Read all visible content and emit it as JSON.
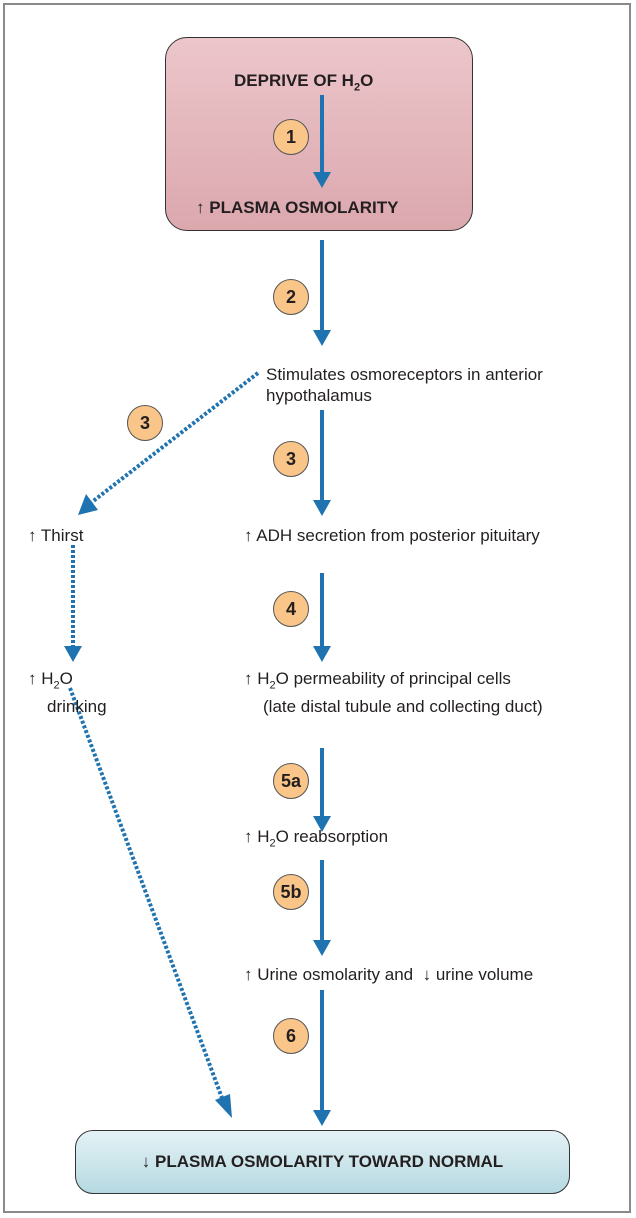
{
  "colors": {
    "arrow": "#1f73b0",
    "badge_fill": "#f9c589",
    "top_box_fill": "#dfaeb4",
    "bottom_box_fill": "#c3e1e8"
  },
  "top_box": {
    "line1_prefix": "DEPRIVE OF H",
    "line1_sub": "2",
    "line1_suffix": "O",
    "line2_arrow": "↑",
    "line2_text": "PLASMA OSMOLARITY"
  },
  "steps": {
    "s1": "1",
    "s2": "2",
    "s3a": "3",
    "s3b": "3",
    "s4": "4",
    "s5a": "5a",
    "s5b": "5b",
    "s6": "6"
  },
  "nodes": {
    "osmo_line1": "Stimulates osmoreceptors in anterior",
    "osmo_line2": "hypothalamus",
    "thirst_arrow": "↑",
    "thirst_text": "Thirst",
    "drink_arrow": "↑",
    "drink_prefix": "H",
    "drink_sub": "2",
    "drink_suffix": "O",
    "drink_line2": "drinking",
    "adh_arrow": "↑",
    "adh_text": "ADH secretion from posterior pituitary",
    "perm_arrow": "↑",
    "perm_prefix": "H",
    "perm_sub": "2",
    "perm_suffix": "O permeability of principal cells",
    "perm_line2": "(late distal tubule and collecting duct)",
    "reabs_arrow": "↑",
    "reabs_prefix": "H",
    "reabs_sub": "2",
    "reabs_suffix": "O reabsorption",
    "urine_arrow_up": "↑",
    "urine_text1": "Urine osmolarity and",
    "urine_arrow_down": "↓",
    "urine_text2": "urine volume"
  },
  "bottom_box": {
    "arrow": "↓",
    "text": "PLASMA OSMOLARITY TOWARD NORMAL"
  }
}
